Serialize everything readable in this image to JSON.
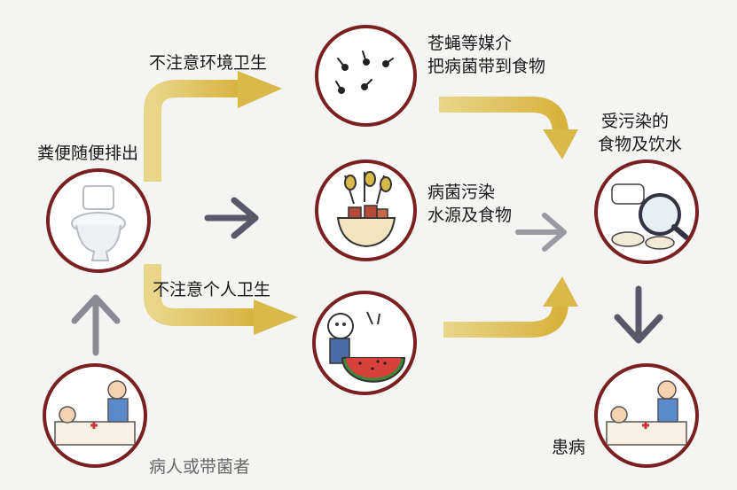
{
  "labels": {
    "excretion": "粪便随便排出",
    "env_hygiene": "不注意环境卫生",
    "flies_line1": "苍蝇等媒介",
    "flies_line2": "把病菌带到食物",
    "bacteria_line1": "病菌污染",
    "bacteria_line2": "水源及食物",
    "personal_hygiene": "不注意个人卫生",
    "contaminated_line1": "受污染的",
    "contaminated_line2": "食物及饮水",
    "sick": "患病",
    "carrier": "病人或带菌者"
  },
  "colors": {
    "circle_border": "#7a2020",
    "gold_arrow": "#d9b94a",
    "gray_arrow": "#585868",
    "light_gray_arrow": "#9a9aa2"
  }
}
